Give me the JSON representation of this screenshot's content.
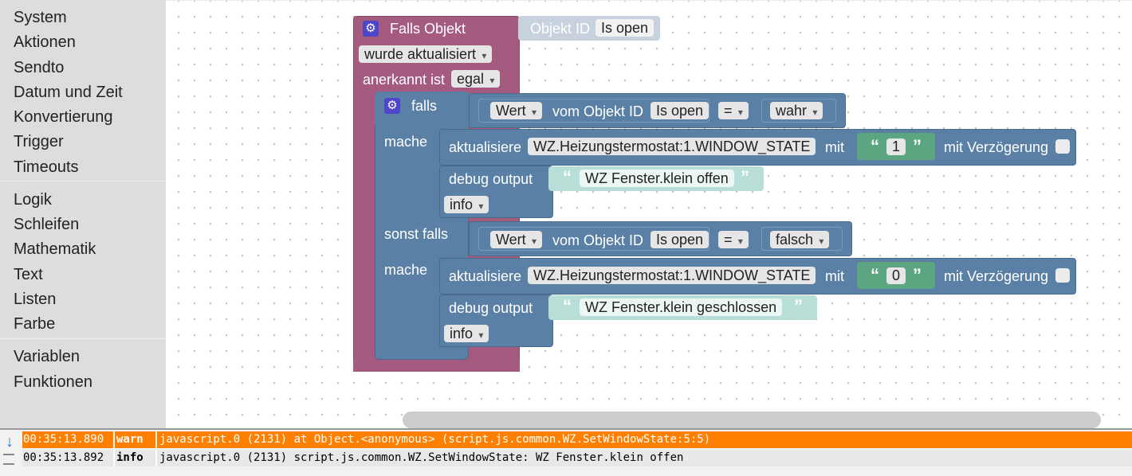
{
  "toolbox": {
    "items": [
      "System",
      "Aktionen",
      "Sendto",
      "Datum und Zeit",
      "Konvertierung",
      "Trigger",
      "Timeouts",
      "Logik",
      "Schleifen",
      "Mathematik",
      "Text",
      "Listen",
      "Farbe",
      "Variablen",
      "Funktionen"
    ]
  },
  "trigger_block": {
    "title": "Falls Objekt",
    "object_label": "Objekt ID",
    "object_value": "Is open",
    "event": "wurde aktualisiert",
    "ack_label": "anerkannt ist",
    "ack_value": "egal"
  },
  "if_block": {
    "if_label": "falls",
    "do_label": "mache",
    "elseif_label": "sonst falls",
    "do2_label": "mache"
  },
  "cond1": {
    "prop": "Wert",
    "of_label": "vom Objekt ID",
    "object": "Is open",
    "op": "=",
    "value": "wahr"
  },
  "cond2": {
    "prop": "Wert",
    "of_label": "vom Objekt ID",
    "object": "Is open",
    "op": "=",
    "value": "falsch"
  },
  "update1": {
    "label": "aktualisiere",
    "target": "WZ.Heizungstermostat:1.WINDOW_STATE",
    "with": "mit",
    "value": "1",
    "delay_label": "mit Verzögerung"
  },
  "debug1": {
    "label": "debug output",
    "text": "WZ Fenster.klein offen",
    "level": "info"
  },
  "update2": {
    "label": "aktualisiere",
    "target": "WZ.Heizungstermostat:1.WINDOW_STATE",
    "with": "mit",
    "value": "0",
    "delay_label": "mit Verzögerung"
  },
  "debug2": {
    "label": "debug output",
    "text": "WZ Fenster.klein geschlossen",
    "level": "info"
  },
  "quotes": {
    "open": "“",
    "close": "”"
  },
  "log": {
    "icon": "download-arrow-icon",
    "rows": [
      {
        "time": "00:35:13.890",
        "level": "warn",
        "message": "javascript.0 (2131) at Object.<anonymous> (script.js.common.WZ.SetWindowState:5:5)"
      },
      {
        "time": "00:35:13.892",
        "level": "info",
        "message": "javascript.0 (2131) script.js.common.WZ.SetWindowState: WZ Fenster.klein offen"
      }
    ]
  },
  "colors": {
    "trigger_block": "#a55b80",
    "logic_block": "#5b80a5",
    "text_block": "#b8ded8",
    "text_value_block": "#5ba580",
    "object_block": "#c7d2de",
    "warn_row": "#ff8000"
  }
}
